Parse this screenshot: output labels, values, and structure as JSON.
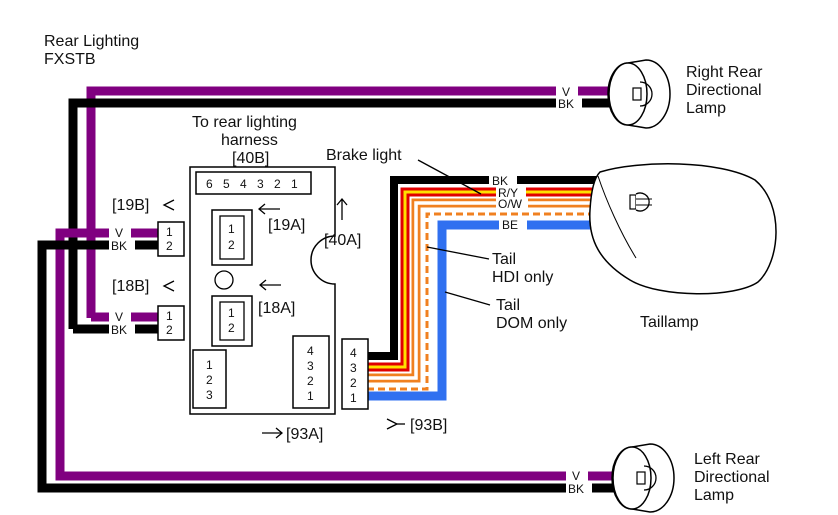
{
  "title": {
    "line1": "Rear Lighting",
    "line2": "FXSTB"
  },
  "colors": {
    "violet": "#800080",
    "black": "#000000",
    "red": "#e00000",
    "yellow": "#ffe000",
    "orange": "#f08020",
    "blue": "#3070f0"
  },
  "components": {
    "right_lamp": {
      "line1": "Right Rear",
      "line2": "Directional",
      "line3": "Lamp"
    },
    "left_lamp": {
      "line1": "Left Rear",
      "line2": "Directional",
      "line3": "Lamp"
    },
    "taillamp": "Taillamp",
    "harness": {
      "line1": "To rear lighting",
      "line2": "harness",
      "connector": "[40B]"
    }
  },
  "connectors": {
    "c19b": "[19B]",
    "c19a": "[19A]",
    "c18b": "[18B]",
    "c18a": "[18A]",
    "c40a": "[40A]",
    "c93a": "[93A]",
    "c93b": "[93B]"
  },
  "pins": {
    "p40b": [
      "6",
      "5",
      "4",
      "3",
      "2",
      "1"
    ],
    "p19a": [
      "1",
      "2"
    ],
    "p18a": [
      "1",
      "2"
    ],
    "p19b": [
      "1",
      "2"
    ],
    "p18b": [
      "1",
      "2"
    ],
    "p_left3": [
      "1",
      "2",
      "3"
    ],
    "p93a": [
      "4",
      "3",
      "2",
      "1"
    ],
    "p93b": [
      "4",
      "3",
      "2",
      "1"
    ]
  },
  "wire_labels": {
    "v": "V",
    "bk": "BK",
    "ry": "R/Y",
    "ow": "O/W",
    "be": "BE"
  },
  "annotations": {
    "brake_light": "Brake light",
    "tail_hdi": {
      "line1": "Tail",
      "line2": "HDI only"
    },
    "tail_dom": {
      "line1": "Tail",
      "line2": "DOM only"
    }
  }
}
